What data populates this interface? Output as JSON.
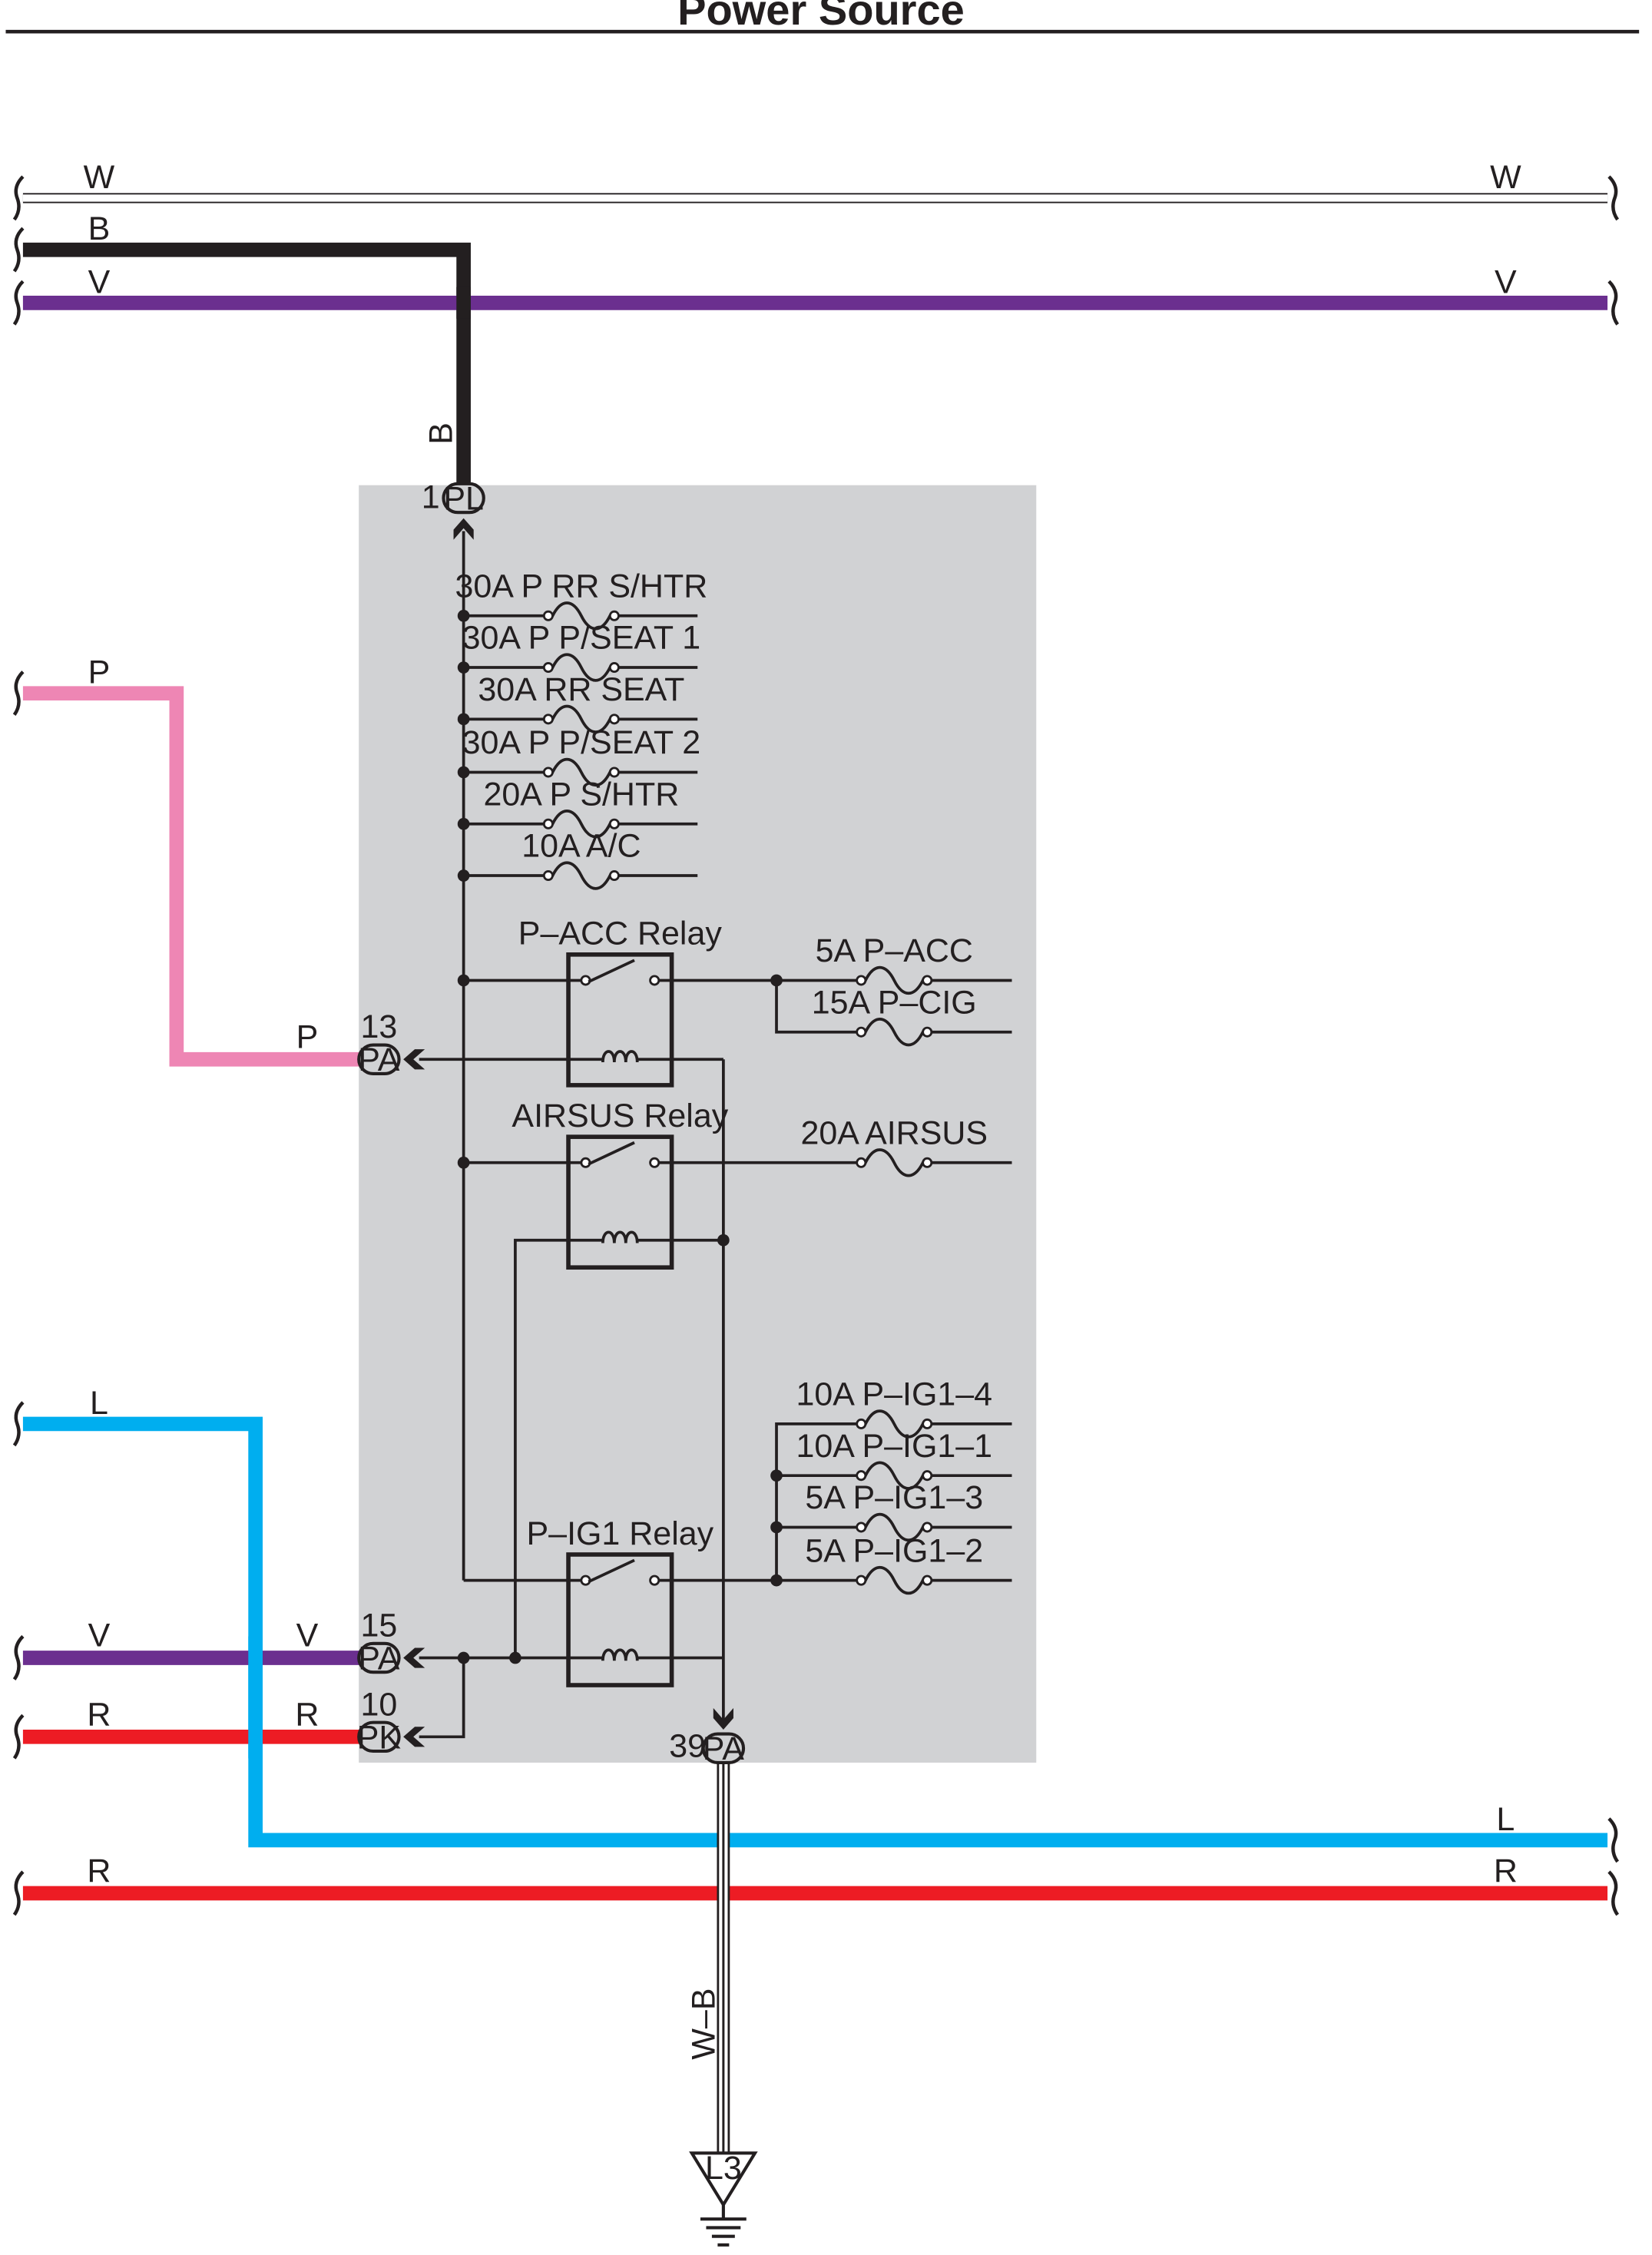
{
  "page": {
    "title": "Power Source"
  },
  "colors": {
    "W": "#ffffff",
    "B": "#231f20",
    "V": "#6b2f8f",
    "P": "#ee86b4",
    "L": "#00aeef",
    "R": "#ed1c24",
    "junction_block": "#d1d2d4",
    "line": "#231f20"
  },
  "wires": {
    "w_top": {
      "left": "W",
      "right": "W"
    },
    "b_top": {
      "left": "B",
      "vertical": "B"
    },
    "v_top": {
      "left": "V",
      "right": "V"
    },
    "p_wire": {
      "left": "P",
      "near_pin": "P"
    },
    "l_wire": {
      "left": "L",
      "right": "L"
    },
    "v_bottom": {
      "left": "V",
      "near_pin": "V"
    },
    "r_mid": {
      "left": "R",
      "near_pin": "R"
    },
    "r_bottom": {
      "left": "R",
      "right": "R"
    },
    "ground": "W–B"
  },
  "connectors": {
    "pl1": {
      "pin": "1",
      "code": "PL"
    },
    "pa13": {
      "pin": "13",
      "code": "PA"
    },
    "pa15": {
      "pin": "15",
      "code": "PA"
    },
    "pk10": {
      "pin": "10",
      "code": "PK"
    },
    "pa39": {
      "pin": "39",
      "code": "PA"
    }
  },
  "fuses": {
    "p_rr_shtr": "30A P RR S/HTR",
    "p_pseat1": "30A P P/SEAT 1",
    "rr_seat": "30A RR SEAT",
    "p_pseat2": "30A P P/SEAT 2",
    "p_shtr": "20A P S/HTR",
    "ac": "10A A/C",
    "p_acc": "5A P–ACC",
    "p_cig": "15A P–CIG",
    "airsus": "20A AIRSUS",
    "p_ig1_4": "10A P–IG1–4",
    "p_ig1_1": "10A P–IG1–1",
    "p_ig1_3": "5A P–IG1–3",
    "p_ig1_2": "5A P–IG1–2"
  },
  "relays": {
    "p_acc": "P–ACC Relay",
    "airsus": "AIRSUS Relay",
    "p_ig1": "P–IG1 Relay"
  },
  "ground": {
    "code": "L3"
  }
}
